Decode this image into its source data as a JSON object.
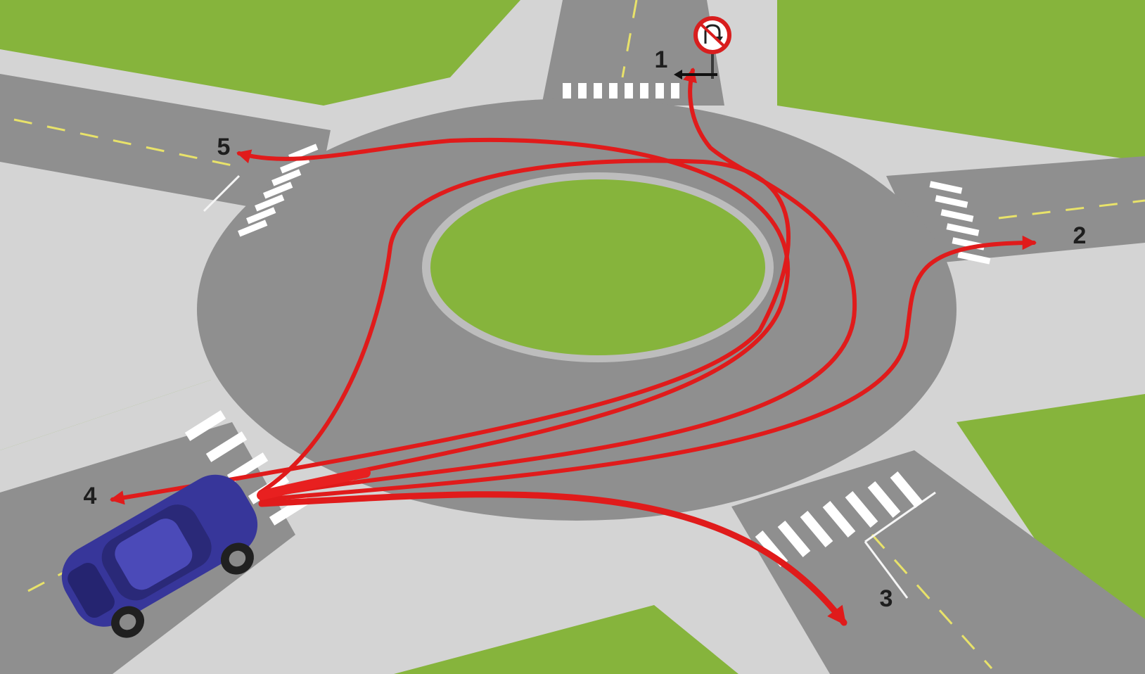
{
  "diagram": {
    "exit_labels": [
      "1",
      "2",
      "3",
      "4",
      "5"
    ],
    "sign_icon": "no-u-turn-sign-icon",
    "vehicle_icon": "blue-car-icon",
    "colors": {
      "grass": "#86b43c",
      "sidewalk": "#d6d6d6",
      "road": "#8f8f8f",
      "island": "#86b43c",
      "route_arrows": "#e01b1b",
      "car": "#3b3aa0",
      "sign_ring": "#d81e1e"
    }
  }
}
